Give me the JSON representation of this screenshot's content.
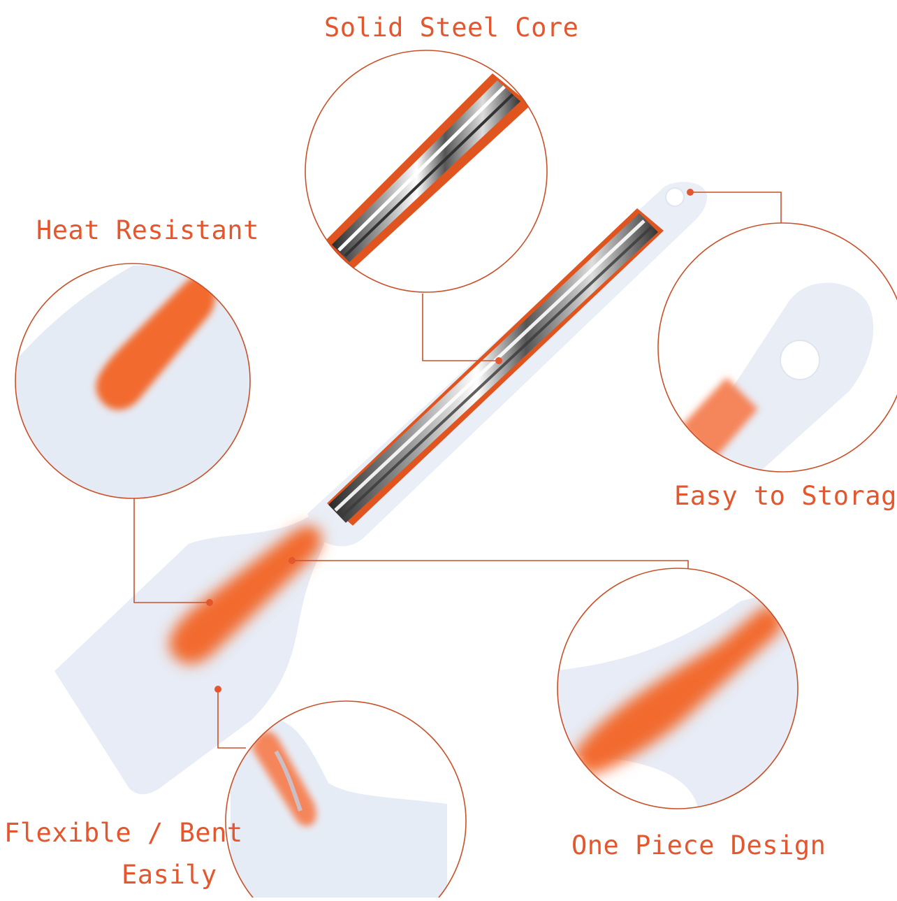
{
  "colors": {
    "accent": "#e4572e",
    "line": "#c9512a",
    "silicone": "#e9eef7",
    "core_orange": "#f26a2e",
    "steel_dark": "#2d2d2d"
  },
  "features": {
    "steel_core": "Solid Steel Core",
    "heat": "Heat Resistant",
    "storage": "Easy to Storage",
    "flexible_line1": "Flexible / Bent",
    "flexible_line2": "Easily",
    "one_piece": "One Piece Design"
  }
}
